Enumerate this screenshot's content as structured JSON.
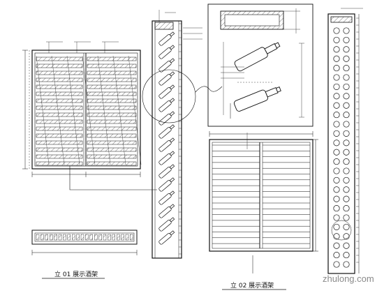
{
  "drawing": {
    "captions": {
      "front_view_a": "立 01  展示酒架",
      "front_view_b": "立 02  展示酒架"
    },
    "watermark": "zhulong.com"
  }
}
